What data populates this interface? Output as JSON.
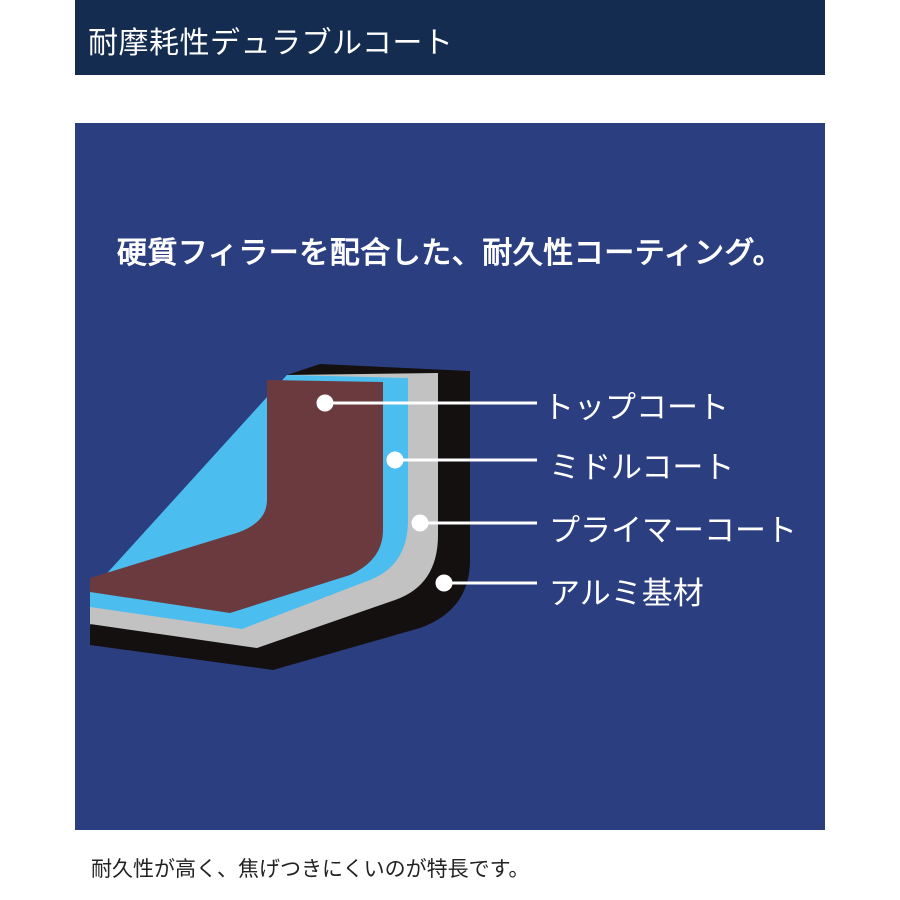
{
  "header": {
    "title": "耐摩耗性デュラブルコート",
    "background_color": "#132c4f"
  },
  "panel": {
    "background_color": "#2b3e80",
    "headline": "硬質フィラーを配合した、耐久性コーティング。"
  },
  "diagram": {
    "layers": [
      {
        "label": "トップコート",
        "color": "#6b3a3f"
      },
      {
        "label": "ミドルコート",
        "color": "#4bbdee"
      },
      {
        "label": "プライマーコート",
        "color": "#c2c2c2"
      },
      {
        "label": "アルミ基材",
        "color": "#141010"
      }
    ],
    "leader_color": "#ffffff"
  },
  "caption": "耐久性が高く、焦げつきにくいのが特長です。"
}
